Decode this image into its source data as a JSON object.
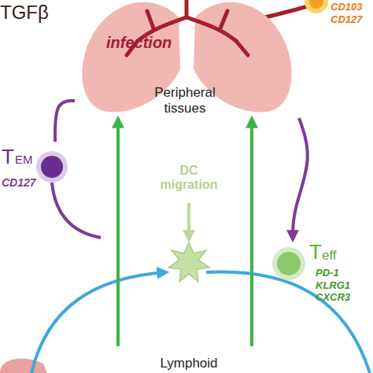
{
  "diagram": {
    "nodes": [
      {
        "text": [
          "infection",
          "Peripheral tissues"
        ]
      },
      {
        "text": [
          "T",
          "EM",
          "CD127"
        ]
      },
      {
        "text": [
          "T",
          "eff",
          "PD-1 KLRG1 CXCR3"
        ]
      },
      {
        "text": [
          "CD103",
          "CD127"
        ]
      },
      {
        "text": [
          "Lymphoid"
        ]
      }
    ],
    "edges": [
      {
        "from": 0,
        "to": 2,
        "arrow": "to"
      },
      {
        "from": 1,
        "to": 0,
        "arrow": "none"
      },
      {
        "from": 4,
        "to": 0,
        "arrow": "to"
      },
      {
        "from": 4,
        "to": 0,
        "arrow": "to"
      }
    ],
    "labels": [
      "TGFβ",
      "DC migration"
    ]
  }
}
